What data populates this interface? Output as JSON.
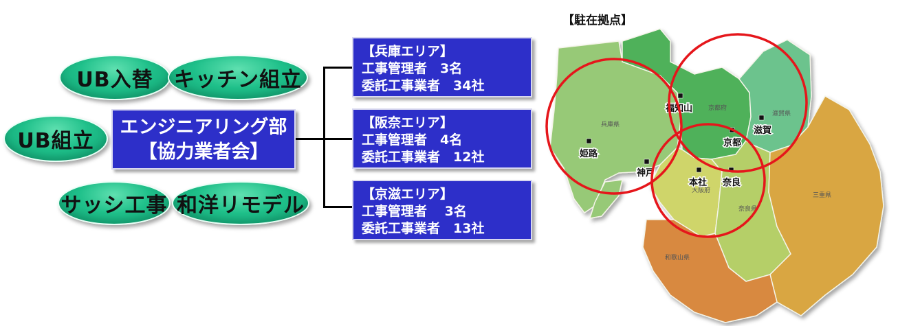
{
  "ovals": {
    "ub_replace": "UB入替",
    "kitchen": "キッチン組立",
    "ub_assembly": "UB組立",
    "sash": "サッシ工事",
    "remodel": "和洋リモデル"
  },
  "main_box": {
    "line1": "エンジニアリング部",
    "line2": "【協力業者会】"
  },
  "areas": [
    {
      "title": "【兵庫エリア】",
      "managers": "工事管理者　3名",
      "contractors": "委託工事業者　34社"
    },
    {
      "title": "【阪奈エリア】",
      "managers": "工事管理者　4名",
      "contractors": "委託工事業者　12社"
    },
    {
      "title": "【京滋エリア】",
      "managers": "工事管理者　 3名",
      "contractors": "委託工事業者　13社"
    }
  ],
  "map": {
    "title": "【駐在拠点】",
    "prefectures": {
      "hyogo": "兵庫県",
      "kyoto": "京都府",
      "shiga": "滋賀県",
      "osaka": "大阪府",
      "nara": "奈良県",
      "mie": "三重県",
      "wakayama": "和歌山県"
    },
    "bases": {
      "fukuchiyama": "福知山",
      "kyoto": "京都",
      "shiga": "滋賀",
      "himeji": "姫路",
      "kobe": "神戸",
      "honsha": "本社",
      "nara": "奈良"
    },
    "colors": {
      "hyogo": "#97c977",
      "kyoto": "#4fb15a",
      "shiga": "#6cc38d",
      "osaka": "#cfd56a",
      "nara": "#b5cf67",
      "mie": "#d9a643",
      "wakayama": "#d8893f",
      "circle": "#e5161b"
    }
  }
}
